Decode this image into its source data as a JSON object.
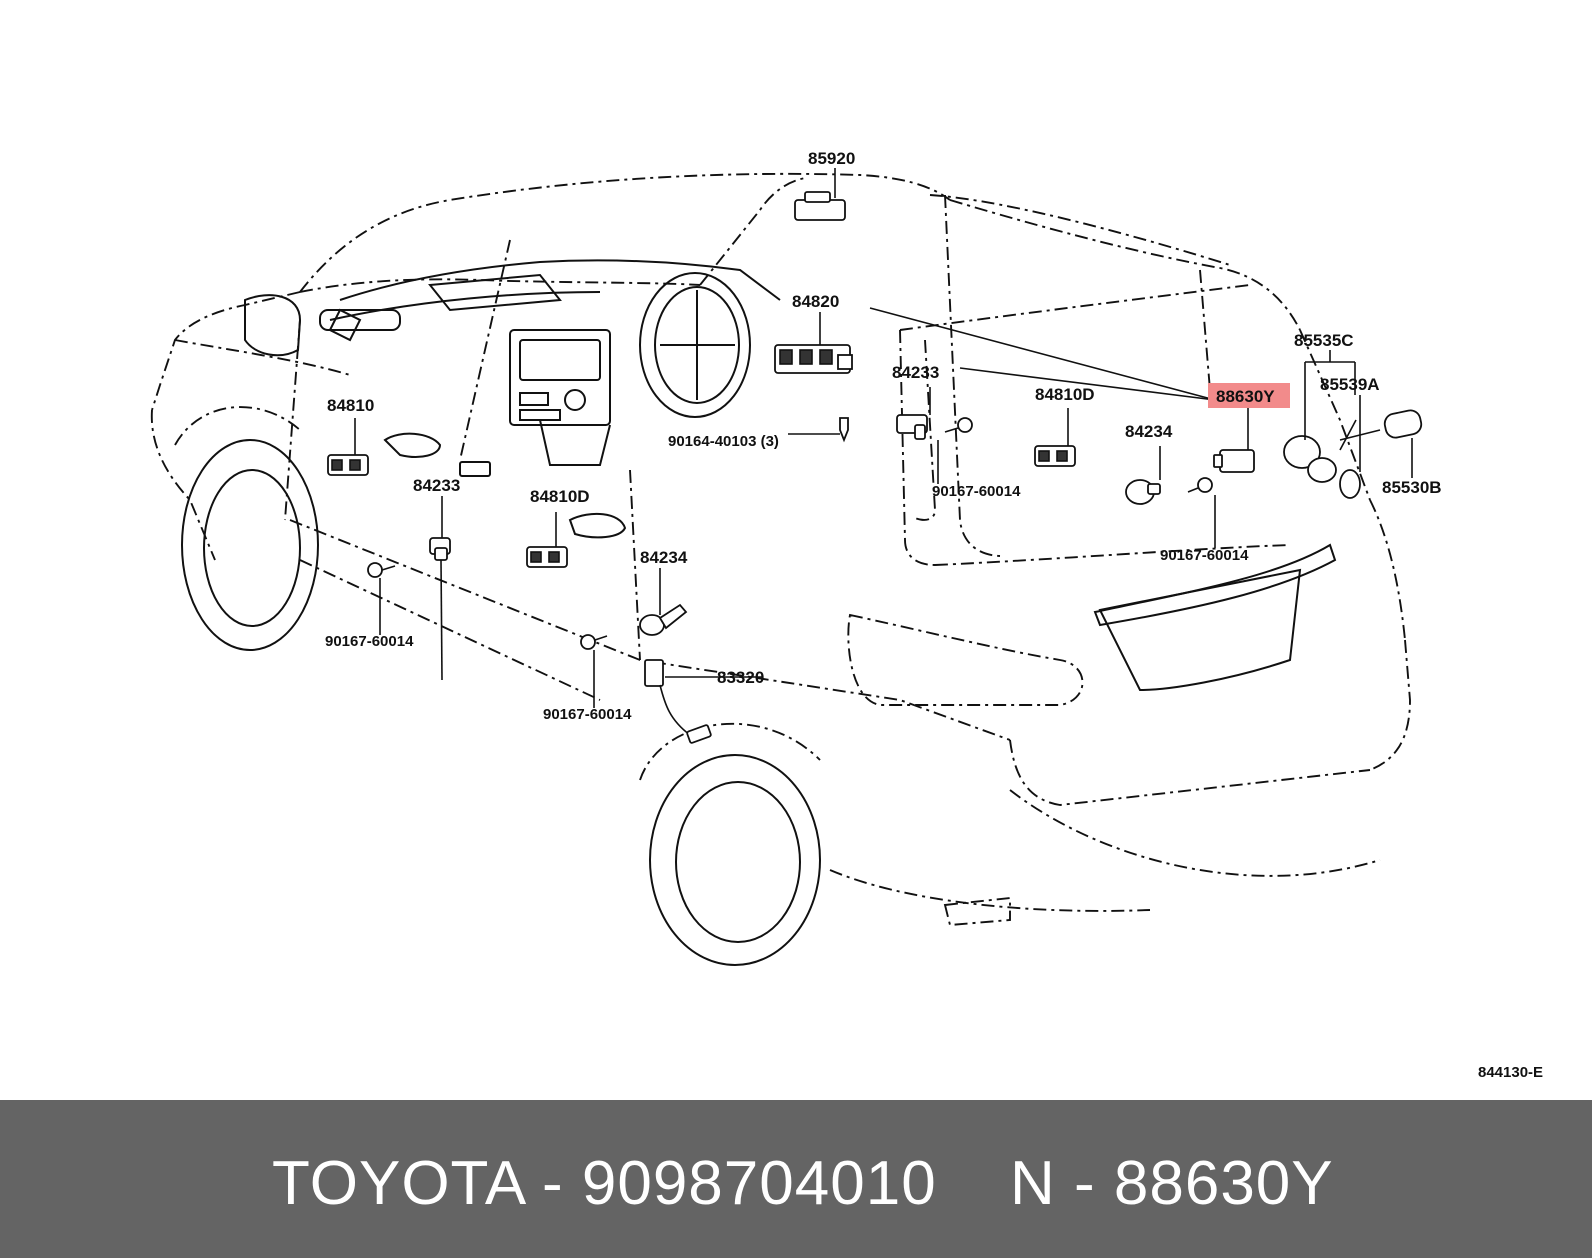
{
  "diagram": {
    "ref_code": "844130-E",
    "callouts": {
      "c85920": "85920",
      "c84820": "84820",
      "c84233_a": "84233",
      "c84810": "84810",
      "c84233_b": "84233",
      "c84810D_a": "84810D",
      "c84810D_b": "84810D",
      "c90164": "90164-40103 (3)",
      "c90167_a": "90167-60014",
      "c90167_b": "90167-60014",
      "c90167_c": "90167-60014",
      "c90167_d": "90167-60014",
      "c84234_a": "84234",
      "c84234_b": "84234",
      "c83320": "83320",
      "c88630Y": "88630Y",
      "c85535C": "85535C",
      "c85539A": "85539A",
      "c85530B": "85530B"
    },
    "highlight_color": "#f28b8b"
  },
  "footer": {
    "brand_part": "TOYOTA - 9098704010",
    "diagram_part": "N - 88630Y",
    "background": "#646464"
  }
}
